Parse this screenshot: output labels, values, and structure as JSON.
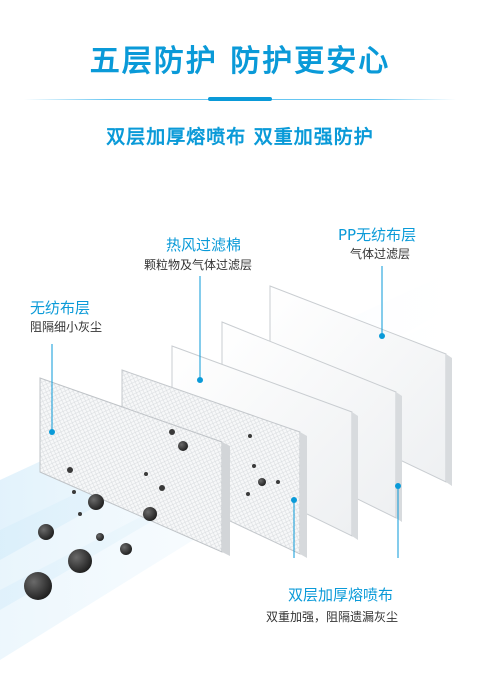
{
  "colors": {
    "accent": "#0a9ad8",
    "text_dark": "#333333",
    "particle": "#3a3a3a"
  },
  "header": {
    "title": "五层防护 防护更安心",
    "subtitle": "双层加厚熔喷布 双重加强防护"
  },
  "layers": [
    {
      "title": "无纺布层",
      "description": "阻隔细小灰尘"
    },
    {
      "title": "热风过滤棉",
      "description": "颗粒物及气体过滤层"
    },
    {
      "title": "PP无纺布层",
      "description": "气体过滤层"
    },
    {
      "title": "双层加厚熔喷布",
      "description": "双重加强，阻隔遗漏灰尘"
    }
  ]
}
